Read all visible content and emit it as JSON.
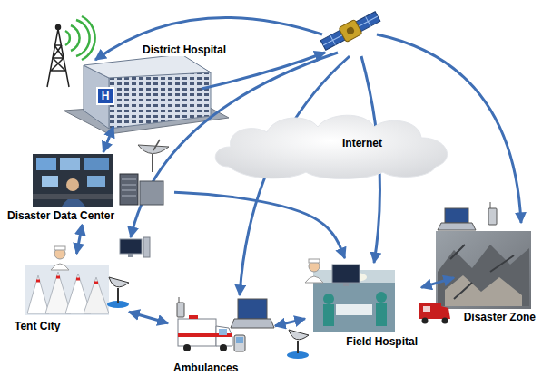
{
  "diagram": {
    "nodes": [
      {
        "text": [
          "District Hospital"
        ]
      },
      {
        "text": [
          "Disaster Data Center"
        ]
      },
      {
        "text": [
          "Tent City"
        ]
      },
      {
        "text": [
          "Ambulances"
        ]
      },
      {
        "text": [
          "Field Hospital"
        ]
      },
      {
        "text": [
          "Disaster Zone"
        ]
      },
      {
        "text": [
          "Internet"
        ]
      }
    ],
    "edges": [
      {
        "from": 0,
        "to": 1,
        "arrow": "both"
      },
      {
        "from": 1,
        "to": 2,
        "arrow": "both"
      },
      {
        "from": 2,
        "to": 3,
        "arrow": "both"
      },
      {
        "from": 3,
        "to": 4,
        "arrow": "both"
      },
      {
        "from": 4,
        "to": 5,
        "arrow": "both"
      },
      {
        "from": 1,
        "to": 4,
        "arrow": "to"
      }
    ],
    "labels": [
      "H"
    ]
  }
}
